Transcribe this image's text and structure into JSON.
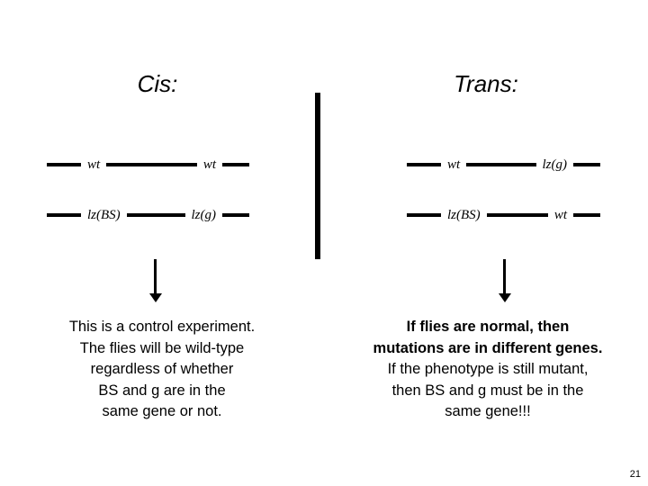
{
  "slide": {
    "page_number": "21",
    "columns": [
      {
        "heading": "Cis:",
        "chromosomes": [
          {
            "gene_left": "wt",
            "gene_right": "wt"
          },
          {
            "gene_left": "lz(BS)",
            "gene_right": "lz(g)"
          }
        ],
        "caption_lines": [
          {
            "text": "This is a control experiment.",
            "bold": false
          },
          {
            "text": "The flies will be wild-type",
            "bold": false
          },
          {
            "text": "regardless of whether",
            "bold": false
          },
          {
            "text": "BS and g are in the",
            "bold": false
          },
          {
            "text": "same gene or not.",
            "bold": false
          }
        ]
      },
      {
        "heading": "Trans:",
        "chromosomes": [
          {
            "gene_left": "wt",
            "gene_right": "lz(g)"
          },
          {
            "gene_left": "lz(BS)",
            "gene_right": "wt"
          }
        ],
        "caption_lines": [
          {
            "text": "If flies are normal, then",
            "bold": true
          },
          {
            "text": "mutations are in different genes.",
            "bold": true
          },
          {
            "text": "If the phenotype is still mutant,",
            "bold": false
          },
          {
            "text": "then BS and g must be in the",
            "bold": false
          },
          {
            "text": "same gene!!!",
            "bold": false
          }
        ]
      }
    ],
    "colors": {
      "background": "#ffffff",
      "ink": "#000000"
    }
  }
}
